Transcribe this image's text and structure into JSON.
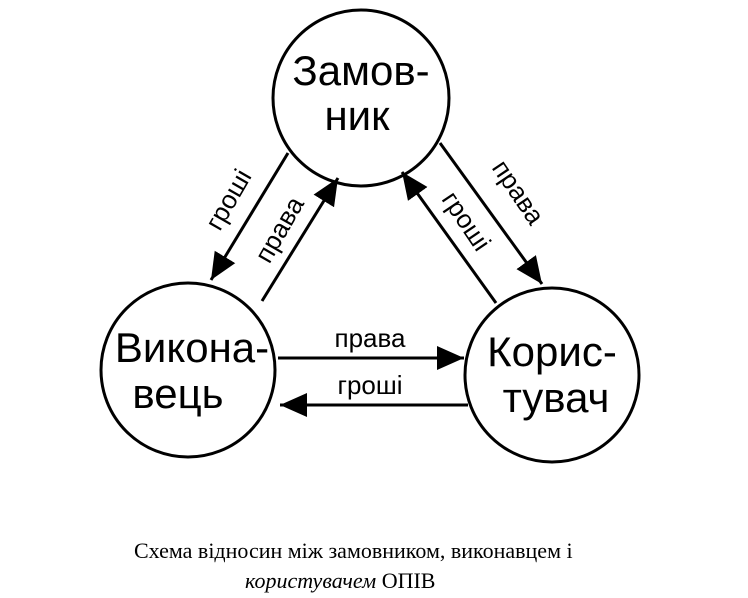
{
  "nodes": {
    "customer": {
      "line1": "Замов-",
      "line2": "ник"
    },
    "contractor": {
      "line1": "Викона-",
      "line2": "вець"
    },
    "user": {
      "line1": "Корис-",
      "line2": "тувач"
    }
  },
  "edges": {
    "customer_to_contractor": "гроші",
    "contractor_to_customer": "права",
    "customer_to_user": "права",
    "user_to_customer": "гроші",
    "contractor_to_user": "права",
    "user_to_contractor": "гроші"
  },
  "caption": {
    "line1": "Схема відносин між замовником, виконавцем і",
    "line2_italic": "користувачем",
    "line2_rest": " ОПІВ"
  }
}
